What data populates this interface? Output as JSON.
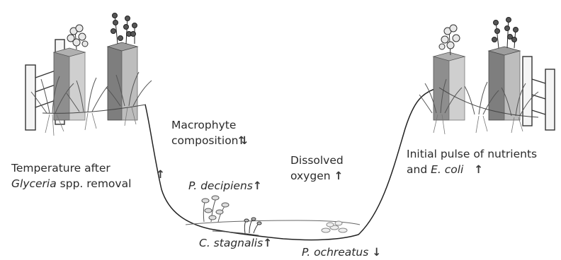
{
  "labels": {
    "macrophyte_line1": "Macrophyte",
    "macrophyte_line2": "composition",
    "macrophyte_arrow": "⇅",
    "temperature_line1": "Temperature after",
    "temperature_genus": "Glyceria",
    "temperature_rest": " spp. removal",
    "temperature_arrow": "↑",
    "dissolved_line1": "Dissolved",
    "dissolved_line2": "oxygen",
    "dissolved_arrow": "↑",
    "initial_line1": "Initial pulse of nutrients",
    "initial_line2_prefix": "and ",
    "initial_ecoli": "E. coli",
    "initial_arrow": "↑",
    "p_decipiens": "P. decipiens",
    "p_decipiens_arrow": "↑",
    "c_stagnalis": "C. stagnalis",
    "c_stagnalis_arrow": "↑",
    "p_ochreatus": "P. ochreatus",
    "p_ochreatus_arrow": "↓"
  }
}
